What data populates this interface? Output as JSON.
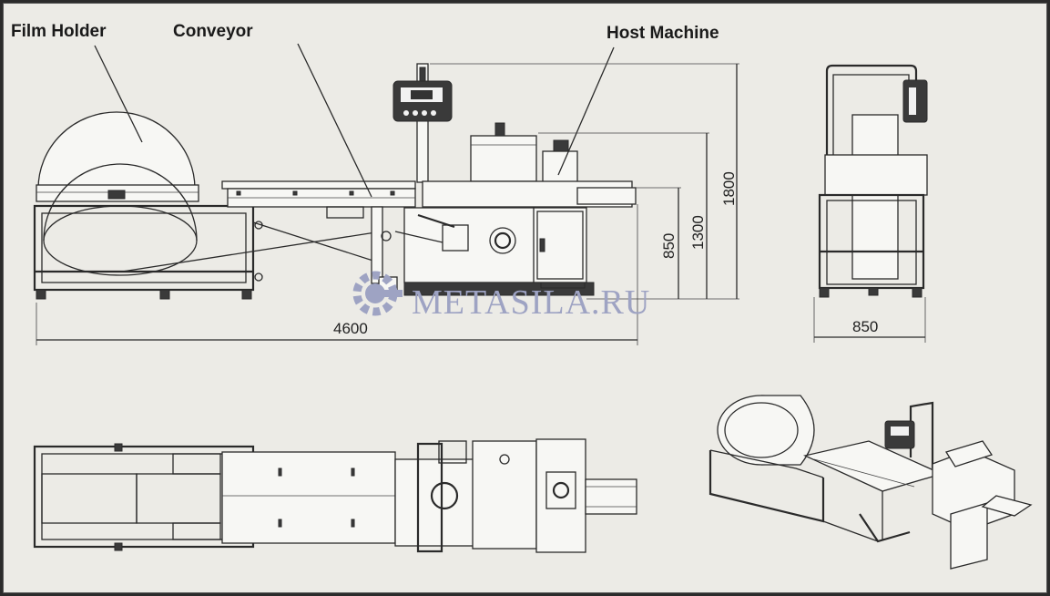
{
  "labels": {
    "film_holder": "Film Holder",
    "conveyor": "Conveyor",
    "host_machine": "Host Machine"
  },
  "dimensions": {
    "total_length": "4600",
    "height_1800": "1800",
    "height_1300": "1300",
    "height_850": "850",
    "width_850": "850"
  },
  "watermark": "METASILA.RU"
}
